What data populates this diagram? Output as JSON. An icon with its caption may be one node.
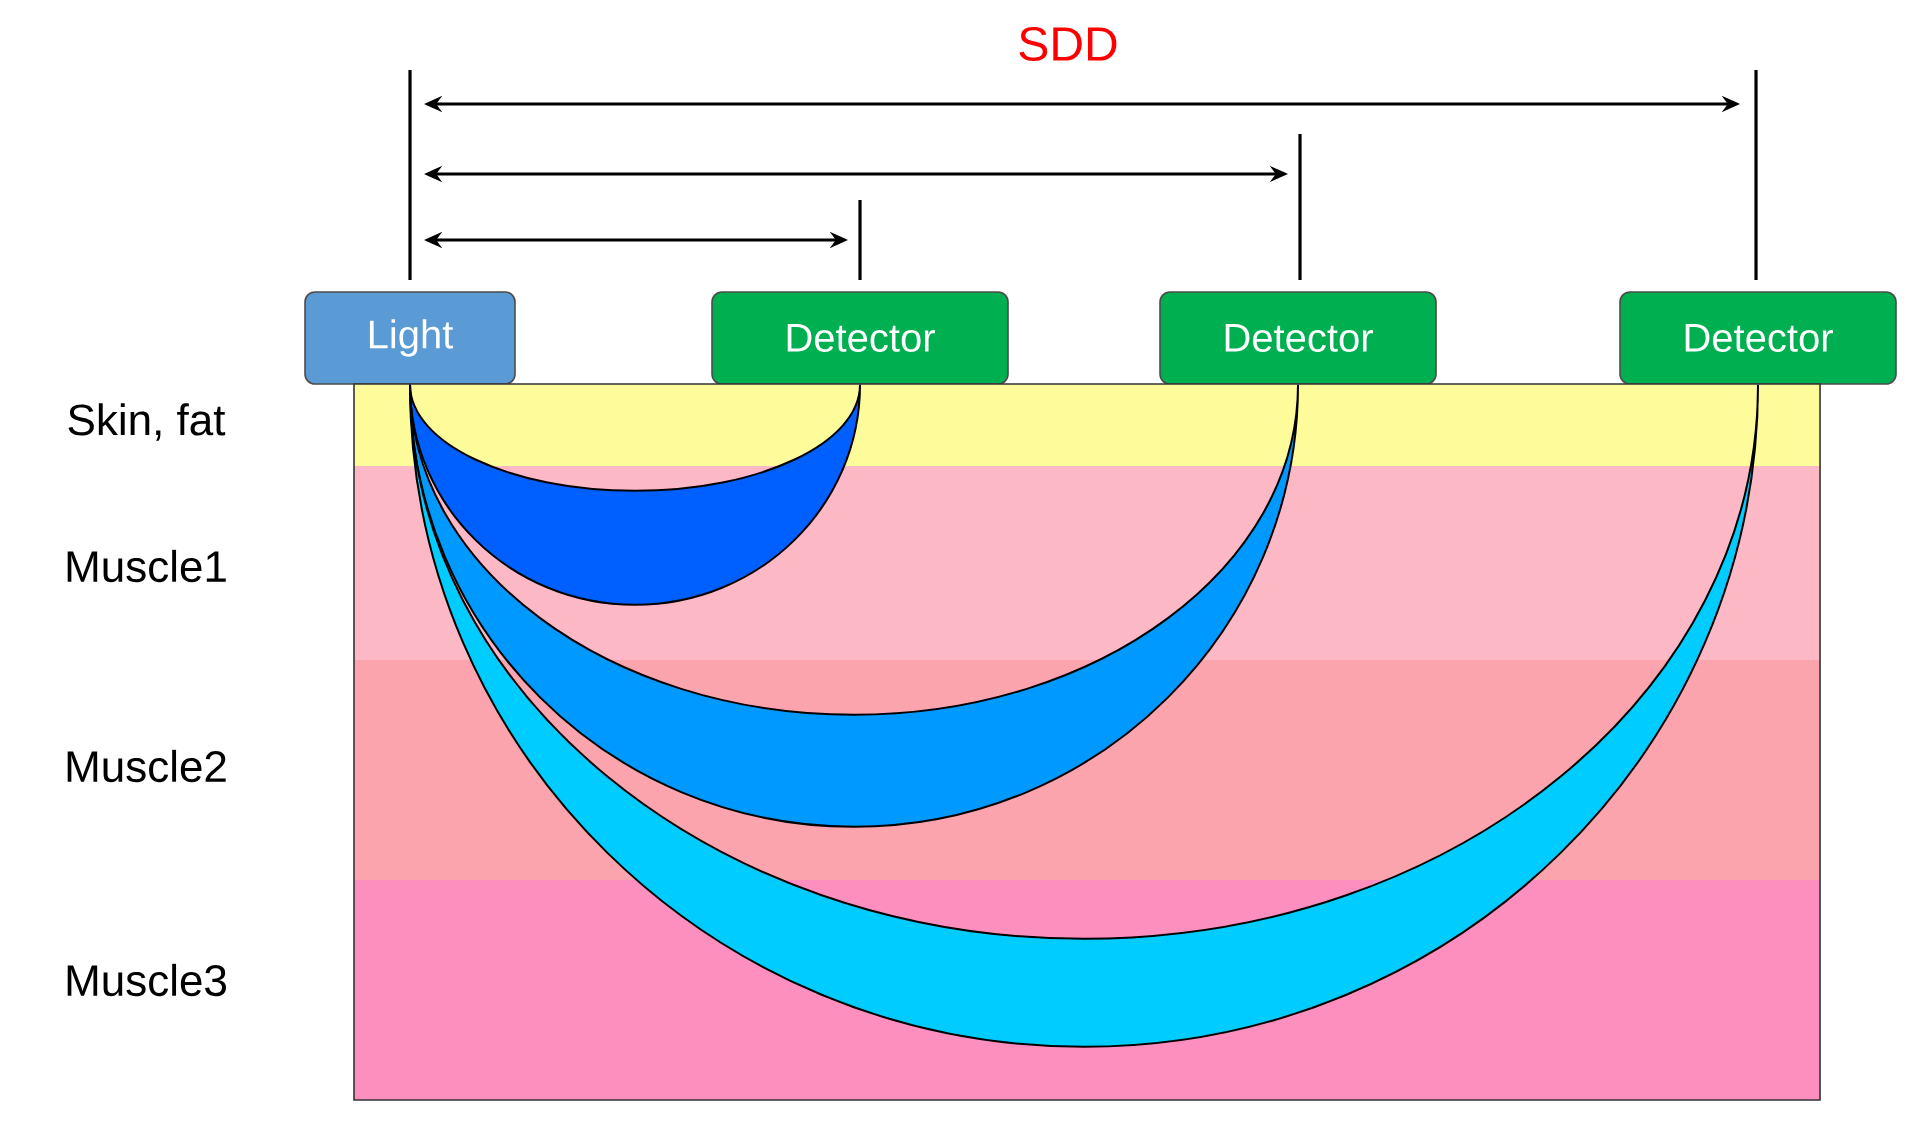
{
  "diagram": {
    "nodes": [
      {
        "text": [
          "Light"
        ]
      },
      {
        "text": [
          "Detector"
        ]
      },
      {
        "text": [
          "Detector"
        ]
      },
      {
        "text": [
          "Detector"
        ]
      },
      {
        "text": [
          "Skin, fat"
        ]
      },
      {
        "text": [
          "Muscle1"
        ]
      },
      {
        "text": [
          "Muscle2"
        ]
      },
      {
        "text": [
          "Muscle3"
        ]
      }
    ],
    "edges": [
      {
        "from": 0,
        "to": 1,
        "arrow": "none",
        "color": "#0060ff"
      },
      {
        "from": 0,
        "to": 2,
        "arrow": "none",
        "color": "#0099ff"
      },
      {
        "from": 0,
        "to": 3,
        "arrow": "none",
        "color": "#00ccff"
      }
    ],
    "labels": [
      "SDD"
    ]
  }
}
